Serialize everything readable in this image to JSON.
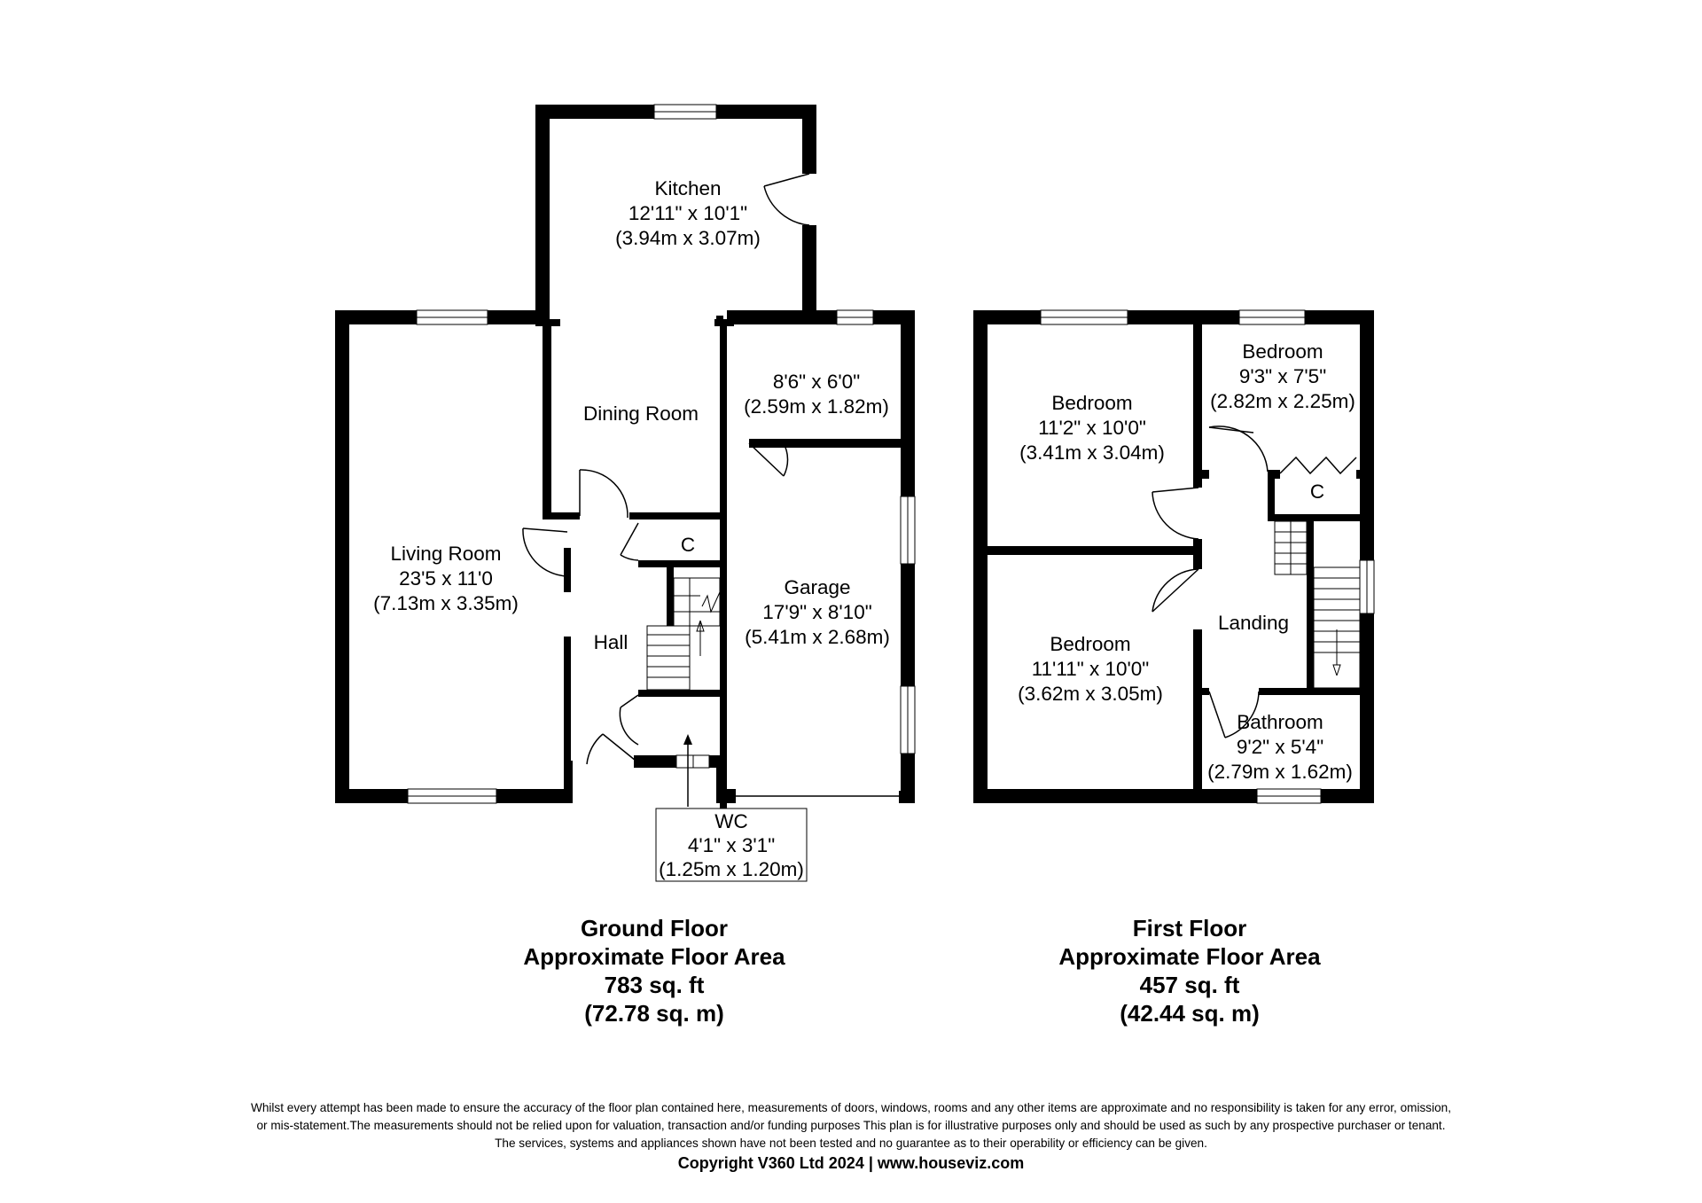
{
  "ground_floor": {
    "rooms": {
      "kitchen": {
        "name": "Kitchen",
        "imperial": "12'11\" x 10'1\"",
        "metric": "(3.94m x 3.07m)"
      },
      "dining": {
        "name": "Dining Room"
      },
      "utility": {
        "imperial": "8'6\" x 6'0\"",
        "metric": "(2.59m x 1.82m)"
      },
      "living": {
        "name": "Living Room",
        "imperial": "23'5 x 11'0",
        "metric": "(7.13m x 3.35m)"
      },
      "cupboard": {
        "name": "C"
      },
      "garage": {
        "name": "Garage",
        "imperial": "17'9\" x 8'10\"",
        "metric": "(5.41m x 2.68m)"
      },
      "hall": {
        "name": "Hall"
      },
      "wc": {
        "name": "WC",
        "imperial": "4'1\" x 3'1\"",
        "metric": "(1.25m x 1.20m)"
      }
    },
    "caption": {
      "title": "Ground Floor",
      "subtitle": "Approximate Floor Area",
      "area_imperial": "783 sq. ft",
      "area_metric": "(72.78 sq. m)"
    }
  },
  "first_floor": {
    "rooms": {
      "bedroom1": {
        "name": "Bedroom",
        "imperial": "11'2\" x 10'0\"",
        "metric": "(3.41m x 3.04m)"
      },
      "bedroom2": {
        "name": "Bedroom",
        "imperial": "9'3\" x 7'5\"",
        "metric": "(2.82m x 2.25m)"
      },
      "cupboard": {
        "name": "C"
      },
      "landing": {
        "name": "Landing"
      },
      "bedroom3": {
        "name": "Bedroom",
        "imperial": "11'11\" x 10'0\"",
        "metric": "(3.62m x 3.05m)"
      },
      "bathroom": {
        "name": "Bathroom",
        "imperial": "9'2\" x 5'4\"",
        "metric": "(2.79m x 1.62m)"
      }
    },
    "caption": {
      "title": "First Floor",
      "subtitle": "Approximate Floor Area",
      "area_imperial": "457 sq. ft",
      "area_metric": "(42.44 sq. m)"
    }
  },
  "disclaimer": [
    "Whilst every attempt has been made to ensure the accuracy of the floor plan contained here, measurements of doors, windows, rooms and any other items are approximate and no responsibility is taken for any error, omission,",
    "or mis-statement.The measurements should not be relied upon for valuation, transaction and/or funding purposes This plan is for illustrative purposes only and should be used as such by any prospective purchaser or tenant.",
    "The services, systems and appliances shown have not been tested and no guarantee as to their operability or efficiency can be given."
  ],
  "copyright": "Copyright V360 Ltd 2024 | www.houseviz.com"
}
